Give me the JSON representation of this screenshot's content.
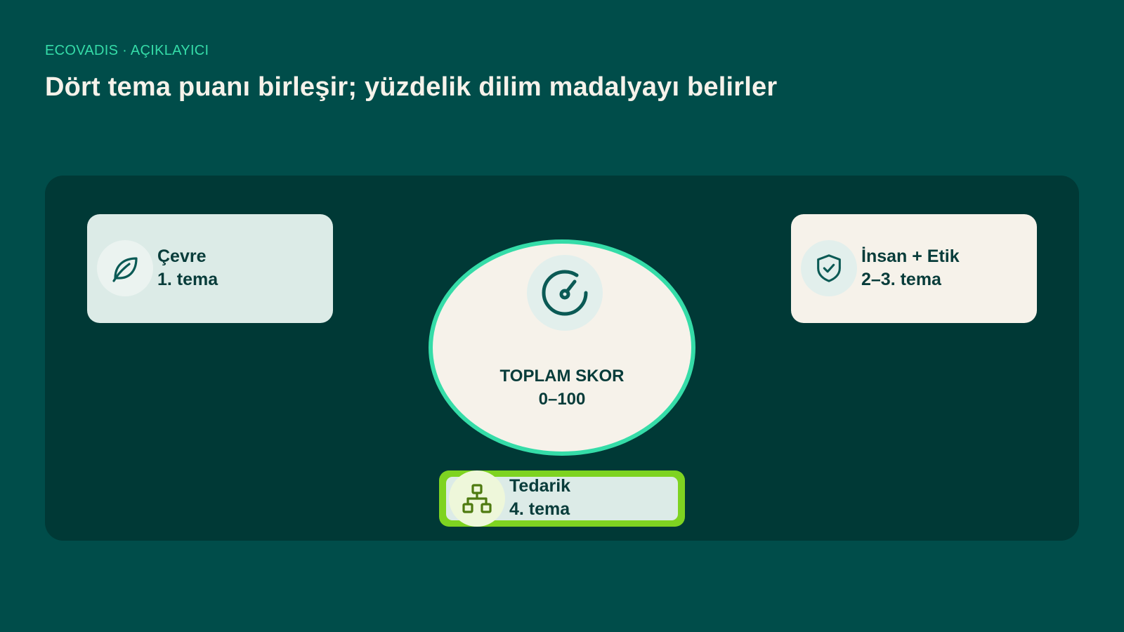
{
  "header": {
    "eyebrow": "ECOVADIS · AÇIKLAYICI",
    "title": "Dört tema puanı birleşir; yüzdelik dilim madalyayı belirler"
  },
  "themes": {
    "environment": {
      "label": "Çevre",
      "sub": "1. tema",
      "icon": "leaf-icon"
    },
    "people_ethics": {
      "label": "İnsan + Etik",
      "sub": "2–3. tema",
      "icon": "shield-check-icon"
    },
    "supply": {
      "label": "Tedarik",
      "sub": "4. tema",
      "icon": "hierarchy-icon"
    }
  },
  "score": {
    "label": "TOPLAM SKOR",
    "range": "0–100",
    "icon": "gauge-icon"
  },
  "colors": {
    "background": "#004d4a",
    "panel": "#003936",
    "accent_mint": "#35dca8",
    "accent_lime": "#7ed321",
    "text_dark": "#083c3a",
    "text_light": "#f6f2ea"
  }
}
